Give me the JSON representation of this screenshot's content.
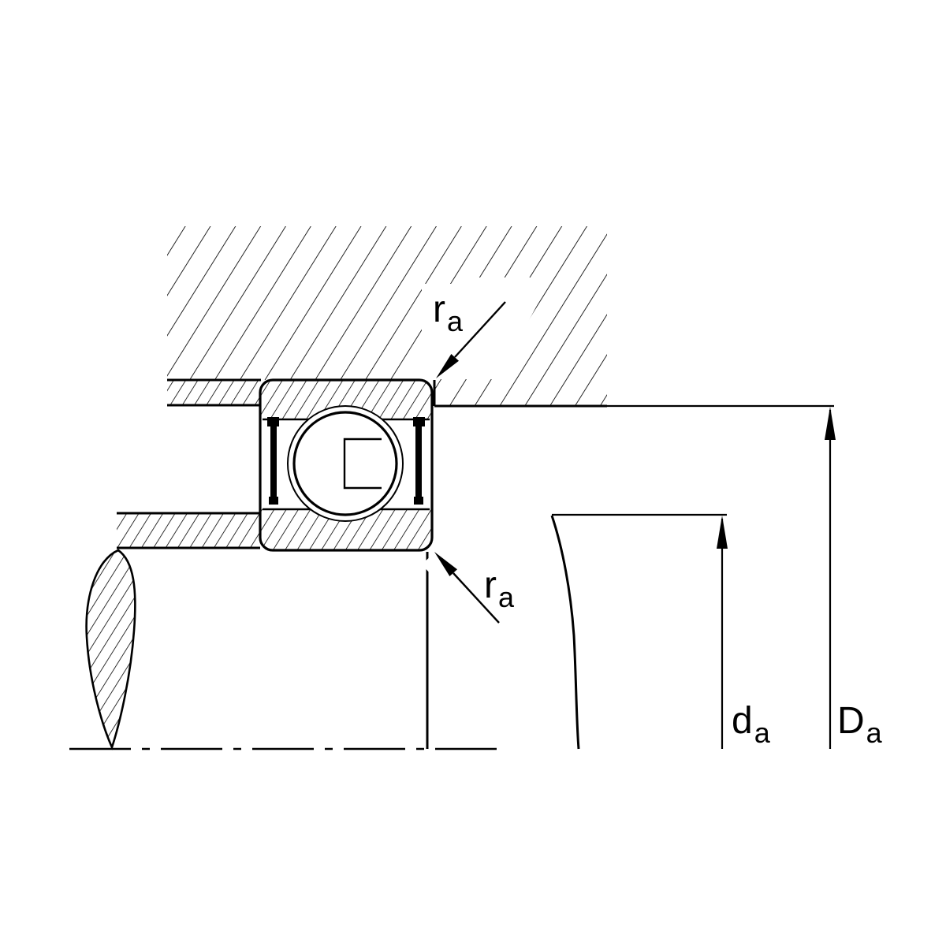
{
  "diagram": {
    "background_color": "#ffffff",
    "line_color": "#000000",
    "labels": {
      "fillet_top": {
        "symbol": "r",
        "subscript": "a"
      },
      "fillet_bottom": {
        "symbol": "r",
        "subscript": "a"
      },
      "shaft_abutment": {
        "symbol": "d",
        "subscript": "a"
      },
      "housing_abutment": {
        "symbol": "D",
        "subscript": "a"
      }
    }
  }
}
